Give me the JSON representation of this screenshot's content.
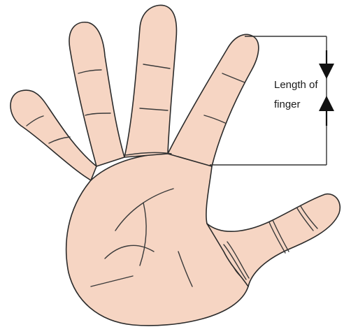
{
  "diagram": {
    "annotation": {
      "line1": "Length of",
      "line2": "finger"
    },
    "colors": {
      "skin": "#F6D5C3",
      "outline": "#2b2b2b",
      "crease": "#3a3a3a",
      "guide": "#333333",
      "arrow": "#111111",
      "background": "#ffffff"
    },
    "parts": [
      "palm",
      "little-finger",
      "ring-finger",
      "middle-finger",
      "index-finger",
      "thumb"
    ]
  }
}
